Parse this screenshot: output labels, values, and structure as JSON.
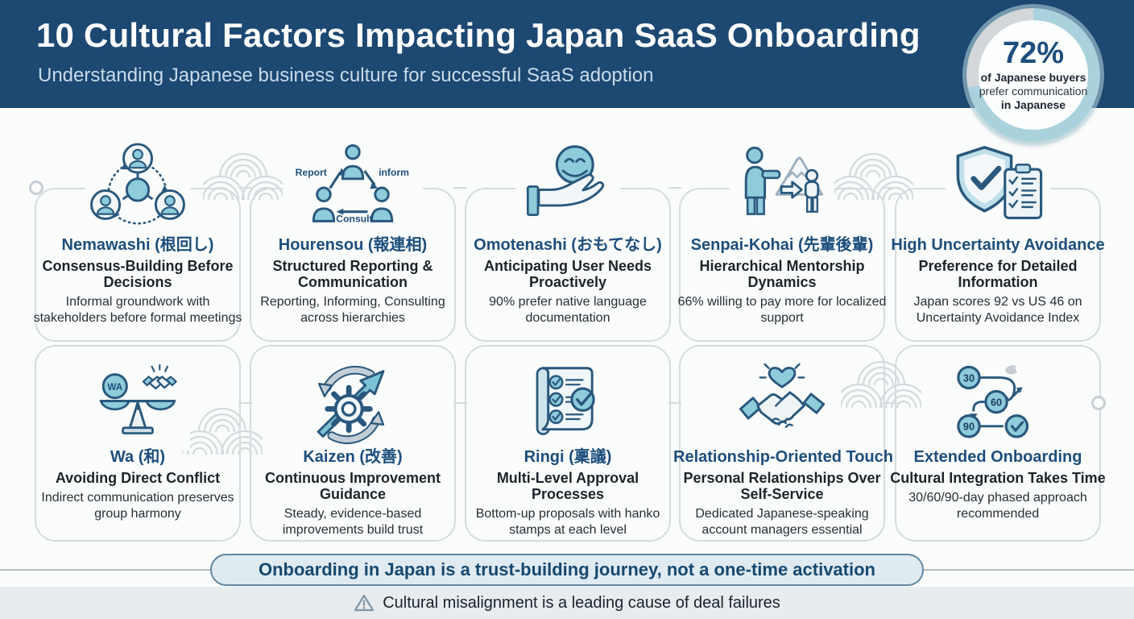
{
  "header": {
    "title": "10 Cultural Factors Impacting Japan SaaS Onboarding",
    "subtitle": "Understanding Japanese business culture for successful SaaS adoption"
  },
  "badge": {
    "percent": 72,
    "value": "72%",
    "line1": "of Japanese buyers",
    "line2": "prefer communication",
    "line3": "in Japanese"
  },
  "cards": [
    {
      "icon": "nemawashi-cycle-icon",
      "title": "Nemawashi (根回し)",
      "subtitle": "Consensus-Building Before Decisions",
      "description": "Informal groundwork with stakeholders before formal meetings"
    },
    {
      "icon": "hourensou-triangle-icon",
      "title": "Hourensou (報連相)",
      "subtitle": "Structured Reporting & Communication",
      "description": "Reporting, Informing, Consulting across hierarchies",
      "icon_labels": {
        "report": "Report",
        "inform": "inform",
        "consult": "Consult"
      }
    },
    {
      "icon": "omotenashi-hand-icon",
      "title": "Omotenashi (おもてなし)",
      "subtitle": "Anticipating User Needs Proactively",
      "description": "90% prefer native language documentation"
    },
    {
      "icon": "senpai-kohai-mentor-icon",
      "title": "Senpai-Kohai (先輩後輩)",
      "subtitle": "Hierarchical Mentorship Dynamics",
      "description": "66% willing to pay more for localized support"
    },
    {
      "icon": "shield-checklist-icon",
      "title": "High Uncertainty Avoidance",
      "subtitle": "Preference for Detailed Information",
      "description": "Japan scores 92 vs US 46 on Uncertainty Avoidance Index"
    },
    {
      "icon": "balance-scale-icon",
      "title": "Wa (和)",
      "subtitle": "Avoiding Direct Conflict",
      "description": "Indirect communication preserves group harmony",
      "icon_labels": {
        "wa": "WA"
      }
    },
    {
      "icon": "kaizen-gear-arrows-icon",
      "title": "Kaizen (改善)",
      "subtitle": "Continuous Improvement Guidance",
      "description": "Steady, evidence-based improvements build trust"
    },
    {
      "icon": "ringi-scroll-approval-icon",
      "title": "Ringi (稟議)",
      "subtitle": "Multi-Level Approval Processes",
      "description": "Bottom-up proposals with hanko stamps at each level"
    },
    {
      "icon": "handshake-heart-icon",
      "title": "Relationship-Oriented Touch",
      "subtitle": "Personal Relationships Over Self-Service",
      "description": "Dedicated Japanese-speaking account managers essential"
    },
    {
      "icon": "phased-timeline-icon",
      "title": "Extended Onboarding",
      "subtitle": "Cultural Integration Takes Time",
      "description": "30/60/90-day phased approach recommended",
      "icon_labels": {
        "steps": [
          "30",
          "60",
          "90"
        ]
      }
    }
  ],
  "banner": {
    "text": "Onboarding in Japan is a trust-building journey, not a one-time activation"
  },
  "footer": {
    "icon": "warning-icon",
    "text": "Cultural misalignment is a leading cause of deal failures"
  },
  "colors": {
    "header_bg": "#1c4872",
    "accent": "#1d4e7c",
    "icon_stroke": "#29587c",
    "icon_fill": "#8ecbdb",
    "ring_active": "#a9d2dd",
    "ring_rest": "#d3d7da"
  }
}
